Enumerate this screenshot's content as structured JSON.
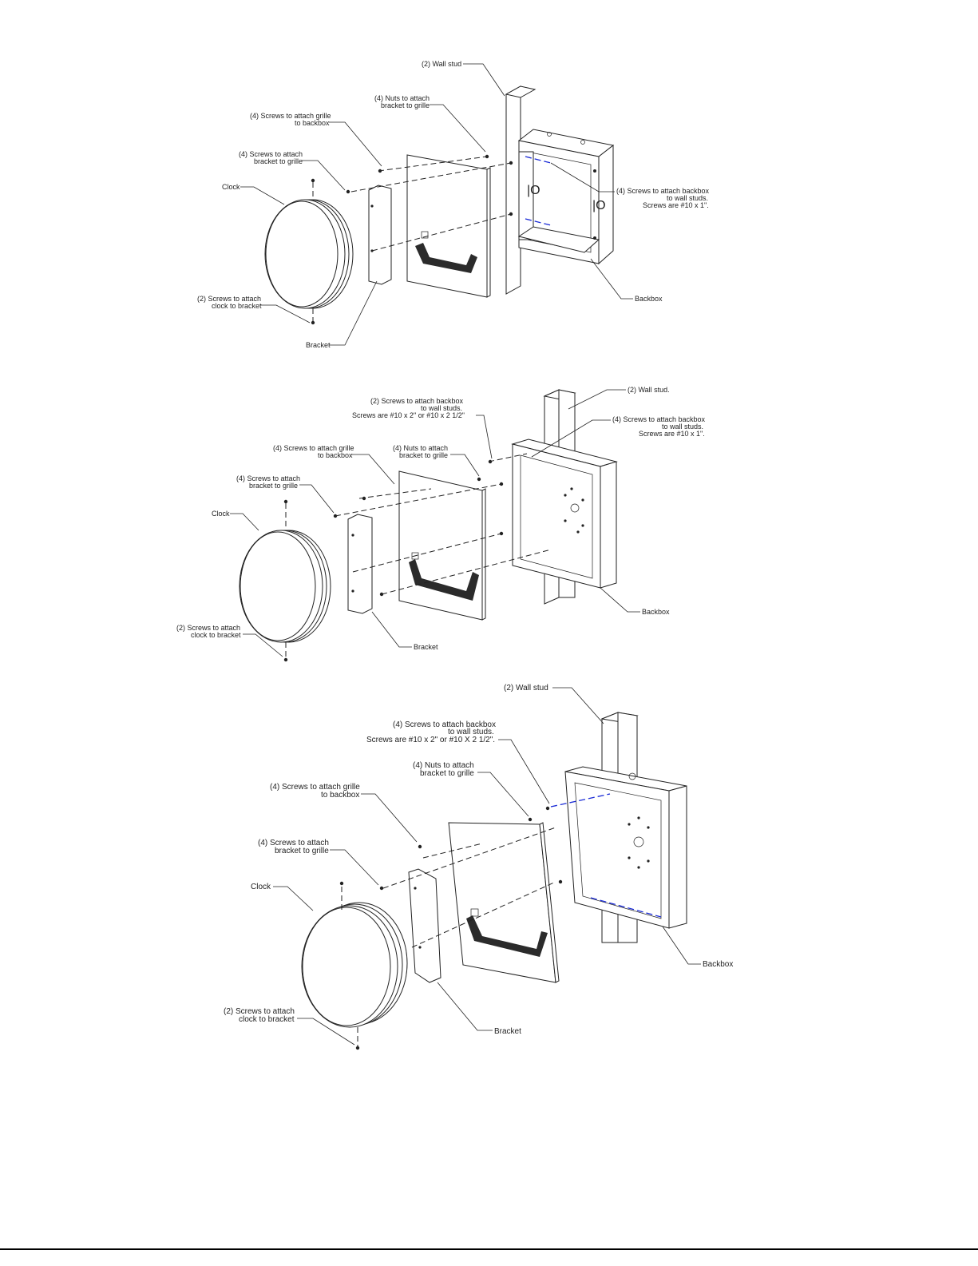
{
  "diagrams": [
    {
      "labels": {
        "wall_stud": "(2) Wall stud",
        "nuts_1": "(4) Nuts to attach",
        "nuts_2": "bracket to grille",
        "screws_grille_1": "(4) Screws to attach grille",
        "screws_grille_2": "to backbox",
        "screws_bracket_1": "(4) Screws to attach",
        "screws_bracket_2": "bracket to grille",
        "clock": "Clock",
        "screws_backbox_1": "(4) Screws to attach backbox",
        "screws_backbox_2": "to wall studs.",
        "screws_backbox_3": "Screws are #10 x 1\".",
        "screws_clock_1": "(2) Screws to attach",
        "screws_clock_2": "clock to bracket",
        "backbox": "Backbox",
        "bracket": "Bracket"
      }
    },
    {
      "labels": {
        "screws_studs_1": "(2) Screws to attach backbox",
        "screws_studs_2": "to wall studs.",
        "screws_studs_3": "Screws are #10 x 2\" or #10 x 2 1/2\"",
        "wall_stud": "(2) Wall stud.",
        "screws_backbox_1": "(4) Screws to attach backbox",
        "screws_backbox_2": "to wall studs.",
        "screws_backbox_3": "Screws are #10 x 1\".",
        "screws_grille_1": "(4) Screws to attach grille",
        "screws_grille_2": "to backbox",
        "nuts_1": "(4) Nuts to attach",
        "nuts_2": "bracket to grille",
        "screws_bracket_1": "(4) Screws to attach",
        "screws_bracket_2": "bracket to grille",
        "clock": "Clock",
        "screws_clock_1": "(2) Screws to attach",
        "screws_clock_2": "clock to bracket",
        "bracket": "Bracket",
        "backbox": "Backbox"
      }
    },
    {
      "labels": {
        "wall_stud": "(2) Wall stud",
        "screws_backbox_1": "(4) Screws to attach backbox",
        "screws_backbox_2": "to wall studs.",
        "screws_backbox_3": "Screws are #10 x 2\" or #10 X 2 1/2\".",
        "nuts_1": "(4) Nuts to attach",
        "nuts_2": "bracket to grille",
        "screws_grille_1": "(4) Screws to attach grille",
        "screws_grille_2": "to backbox",
        "screws_bracket_1": "(4) Screws to attach",
        "screws_bracket_2": "bracket to grille",
        "clock": "Clock",
        "screws_clock_1": "(2) Screws to attach",
        "screws_clock_2": "clock to bracket",
        "bracket": "Bracket",
        "backbox": "Backbox"
      }
    }
  ]
}
